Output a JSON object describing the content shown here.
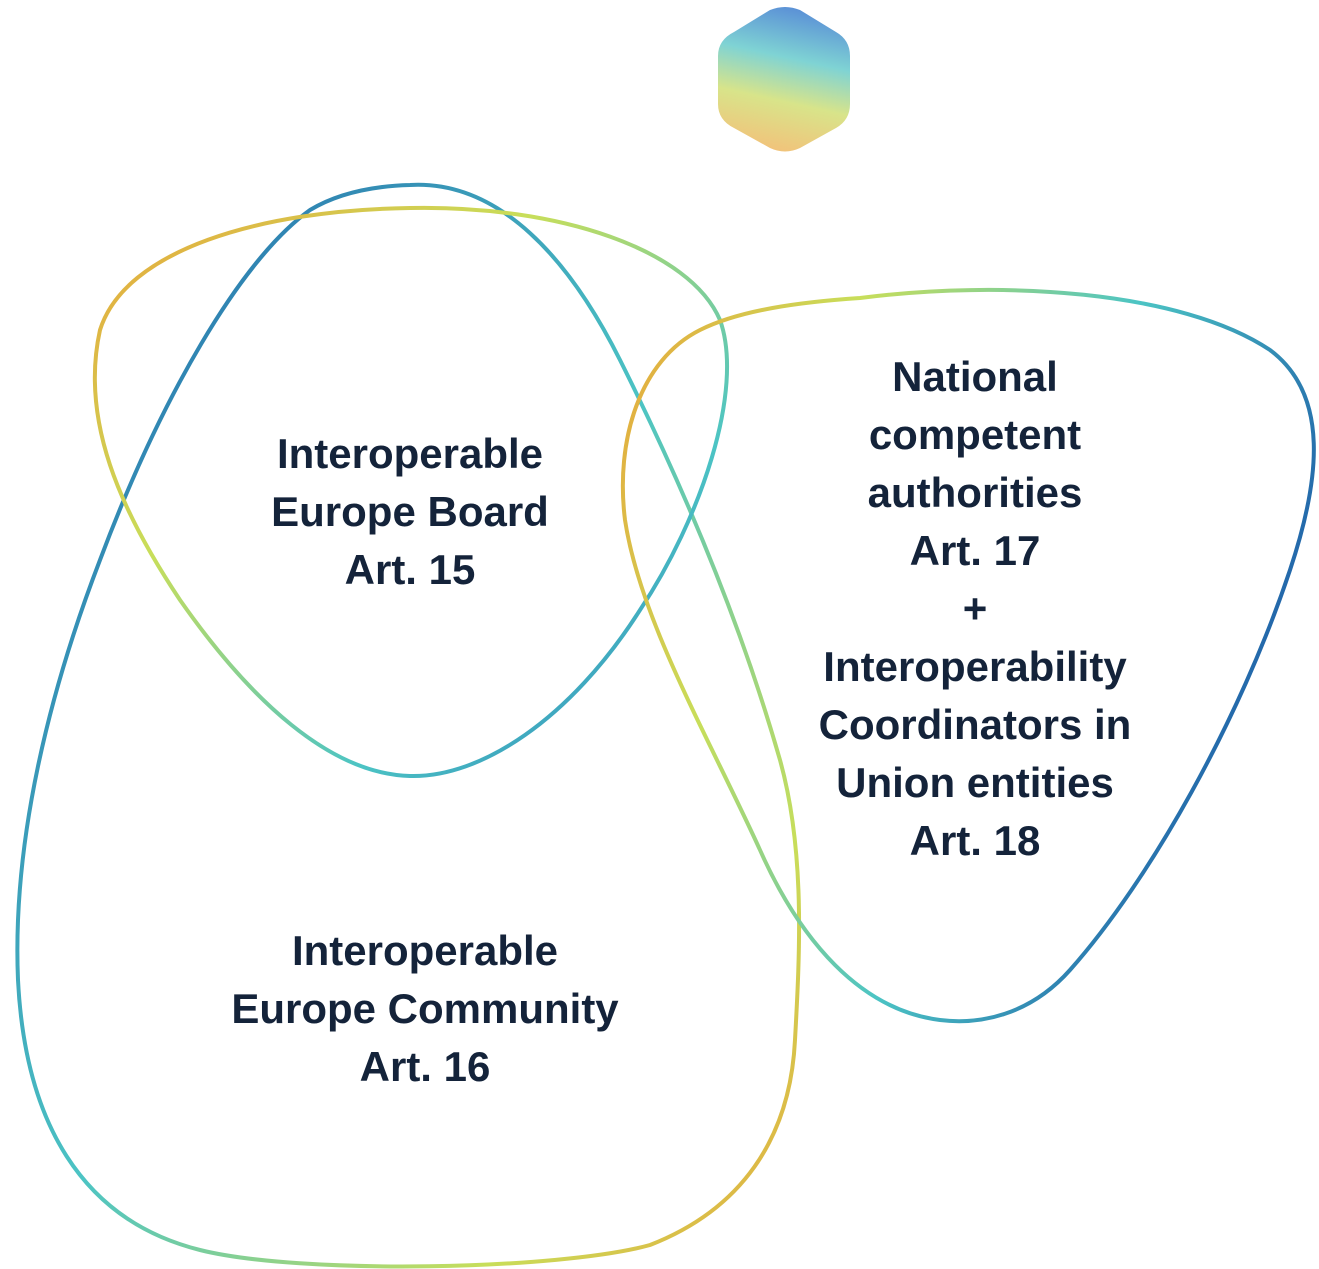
{
  "colors": {
    "text": "#14233a",
    "blue": "#1f5fa8",
    "teal": "#4cc4c4",
    "lime": "#c8de5a",
    "orange": "#e9a53a",
    "logo_gradient": [
      "#5a8fd6",
      "#7fd3d4",
      "#d8e48a",
      "#f2c27a"
    ]
  },
  "logo": {
    "icon": "hexagon-gradient-logo-icon"
  },
  "board": {
    "line1": "Interoperable",
    "line2": "Europe Board",
    "line3": "Art. 15"
  },
  "community": {
    "line1": "Interoperable",
    "line2": "Europe Community",
    "line3": "Art. 16"
  },
  "national": {
    "line1": "National",
    "line2": "competent",
    "line3": "authorities",
    "line4": "Art. 17",
    "line5": "+",
    "line6": "Interoperability",
    "line7": "Coordinators in",
    "line8": "Union entities",
    "line9": "Art. 18"
  }
}
